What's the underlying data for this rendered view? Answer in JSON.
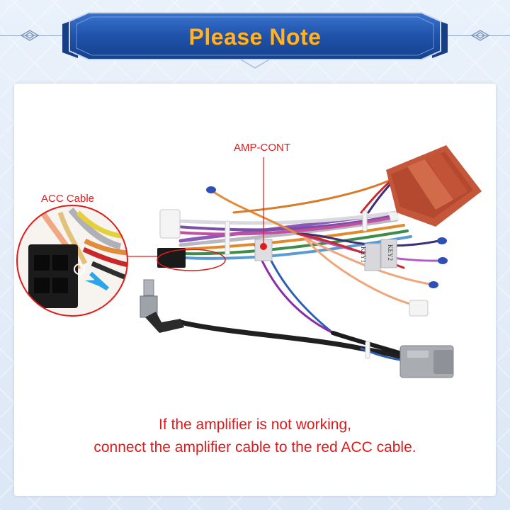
{
  "banner": {
    "title": "Please Note"
  },
  "labels": {
    "acc_cable": "ACC Cable",
    "amp_cont": "AMP-CONT"
  },
  "note": {
    "line1": "If the amplifier is not working,",
    "line2": "connect the amplifier cable to the red ACC cable."
  },
  "tags": [
    "KEY1",
    "KEY2"
  ],
  "colors": {
    "accent": "#e01b1b",
    "banner": "#1f4fa6",
    "title": "#ffb22a",
    "connector": "#c4573a"
  }
}
